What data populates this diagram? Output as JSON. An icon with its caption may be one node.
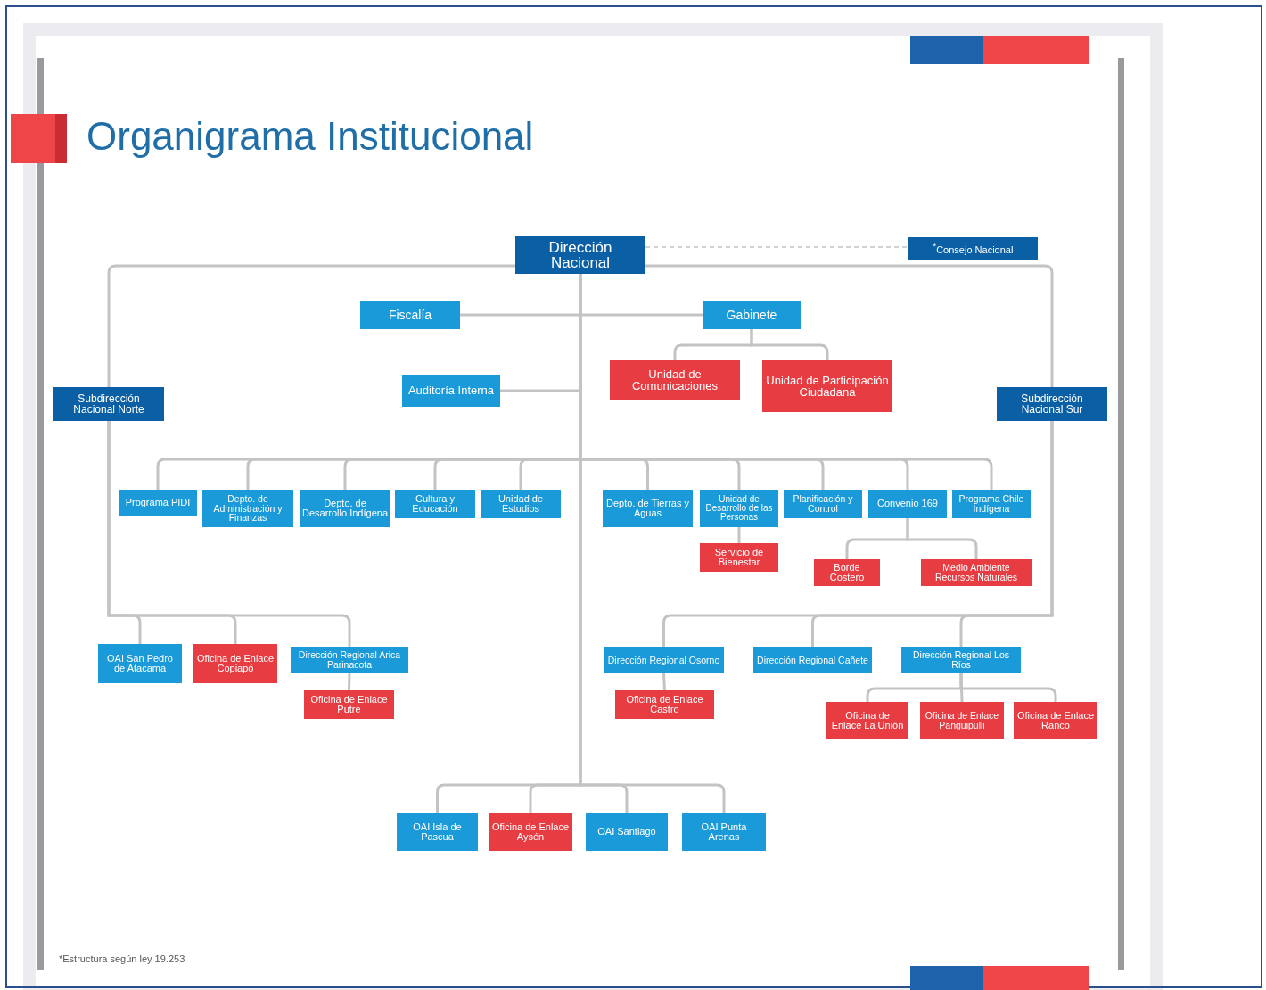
{
  "diagram": {
    "title": "Organigrama Institucional",
    "nodes": [
      {
        "text": [
          "Dirección Nacional"
        ]
      },
      {
        "text": [
          "$^{*}$Consejo Nacional"
        ]
      },
      {
        "text": [
          "Fiscalía"
        ]
      },
      {
        "text": [
          "Gabinete"
        ]
      },
      {
        "text": [
          "Unidad de Comunicaciones"
        ]
      },
      {
        "text": [
          "Unidad de Participación Ciudadana"
        ]
      },
      {
        "text": [
          "Auditoría Interna"
        ]
      },
      {
        "text": [
          "Subdirección Nacional Norte"
        ]
      },
      {
        "text": [
          "Subdirección Nacional Sur"
        ]
      },
      {
        "text": [
          "Programa PIDI"
        ]
      },
      {
        "text": [
          "Depto. de Administración y Finanzas"
        ]
      },
      {
        "text": [
          "Depto. de Desarrollo Indígena"
        ]
      },
      {
        "text": [
          "Cultura y Educación"
        ]
      },
      {
        "text": [
          "Unidad de Estudios"
        ]
      },
      {
        "text": [
          "Depto. de Tierras y Aguas"
        ]
      },
      {
        "text": [
          "Unidad de Desarrollo de las Personas"
        ]
      },
      {
        "text": [
          "Planificación y Control"
        ]
      },
      {
        "text": [
          "Convenio 169"
        ]
      },
      {
        "text": [
          "Programa Chile Indígena"
        ]
      },
      {
        "text": [
          "Servicio de Bienestar"
        ]
      },
      {
        "text": [
          "Borde Costero"
        ]
      },
      {
        "text": [
          "Medio Ambiente Recursos Naturales"
        ]
      },
      {
        "text": [
          "OAI San Pedro de Atacama"
        ]
      },
      {
        "text": [
          "Oficina de Enlace Copiapó"
        ]
      },
      {
        "text": [
          "Dirección Regional Arica Parinacota"
        ]
      },
      {
        "text": [
          "Oficina de Enlace Putre"
        ]
      },
      {
        "text": [
          "Dirección Regional Osorno"
        ]
      },
      {
        "text": [
          "Oficina de Enlace Castro"
        ]
      },
      {
        "text": [
          "Dirección Regional Cañete"
        ]
      },
      {
        "text": [
          "Dirección Regional Los Ríos"
        ]
      },
      {
        "text": [
          "Oficina de Enlace La Unión"
        ]
      },
      {
        "text": [
          "Oficina de Enlace Panguipulli"
        ]
      },
      {
        "text": [
          "Oficina de Enlace Ranco"
        ]
      },
      {
        "text": [
          "OAI Isla de Pascua"
        ]
      },
      {
        "text": [
          "Oficina de Enlace Aysén"
        ]
      },
      {
        "text": [
          "OAI Santiago"
        ]
      },
      {
        "text": [
          "OAI Punta Arenas"
        ]
      }
    ],
    "edges": [
      {
        "from": 0,
        "to": 1,
        "arrow": "none",
        "style": "dashed"
      },
      {
        "from": 0,
        "to": 2,
        "arrow": "none"
      },
      {
        "from": 0,
        "to": 3,
        "arrow": "none"
      },
      {
        "from": 3,
        "to": 4,
        "arrow": "none"
      },
      {
        "from": 3,
        "to": 5,
        "arrow": "none"
      },
      {
        "from": 0,
        "to": 6,
        "arrow": "none"
      },
      {
        "from": 0,
        "to": 7,
        "arrow": "none"
      },
      {
        "from": 0,
        "to": 8,
        "arrow": "none"
      },
      {
        "from": 0,
        "to": 9,
        "arrow": "none"
      },
      {
        "from": 0,
        "to": 10,
        "arrow": "none"
      },
      {
        "from": 0,
        "to": 11,
        "arrow": "none"
      },
      {
        "from": 0,
        "to": 12,
        "arrow": "none"
      },
      {
        "from": 0,
        "to": 13,
        "arrow": "none"
      },
      {
        "from": 0,
        "to": 14,
        "arrow": "none"
      },
      {
        "from": 0,
        "to": 15,
        "arrow": "none"
      },
      {
        "from": 0,
        "to": 16,
        "arrow": "none"
      },
      {
        "from": 0,
        "to": 17,
        "arrow": "none"
      },
      {
        "from": 0,
        "to": 18,
        "arrow": "none"
      },
      {
        "from": 15,
        "to": 19,
        "arrow": "none"
      },
      {
        "from": 17,
        "to": 20,
        "arrow": "none"
      },
      {
        "from": 17,
        "to": 21,
        "arrow": "none"
      },
      {
        "from": 7,
        "to": 22,
        "arrow": "none"
      },
      {
        "from": 7,
        "to": 23,
        "arrow": "none"
      },
      {
        "from": 7,
        "to": 24,
        "arrow": "none"
      },
      {
        "from": 24,
        "to": 25,
        "arrow": "none"
      },
      {
        "from": 8,
        "to": 26,
        "arrow": "none"
      },
      {
        "from": 26,
        "to": 27,
        "arrow": "none"
      },
      {
        "from": 8,
        "to": 28,
        "arrow": "none"
      },
      {
        "from": 8,
        "to": 29,
        "arrow": "none"
      },
      {
        "from": 29,
        "to": 30,
        "arrow": "none"
      },
      {
        "from": 29,
        "to": 31,
        "arrow": "none"
      },
      {
        "from": 29,
        "to": 32,
        "arrow": "none"
      },
      {
        "from": 0,
        "to": 33,
        "arrow": "none"
      },
      {
        "from": 0,
        "to": 34,
        "arrow": "none"
      },
      {
        "from": 0,
        "to": 35,
        "arrow": "none"
      },
      {
        "from": 0,
        "to": 36,
        "arrow": "none"
      }
    ],
    "labels": [
      "*Estructura según ley 19.253"
    ]
  }
}
